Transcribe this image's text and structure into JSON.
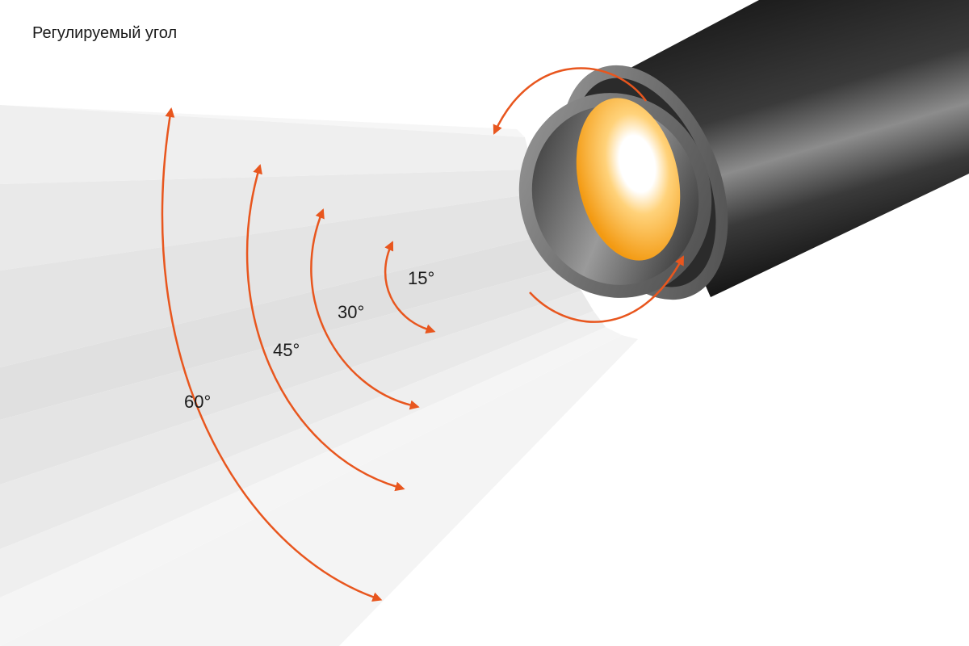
{
  "title": "Регулируемый угол",
  "angles": [
    {
      "label": "15°",
      "value": 15
    },
    {
      "label": "30°",
      "value": 30
    },
    {
      "label": "45°",
      "value": 45
    },
    {
      "label": "60°",
      "value": 60
    }
  ],
  "colors": {
    "arrow": "#e8561e",
    "housing_dark": "#1c1c1c",
    "ring": "#7a7a7a",
    "lens_glow": "#ffffff",
    "lens_warm": "#f6a31a",
    "beam": "#e6e6e6"
  },
  "icons": [
    "rotate-arrow-icon",
    "angle-arrow-icon"
  ]
}
